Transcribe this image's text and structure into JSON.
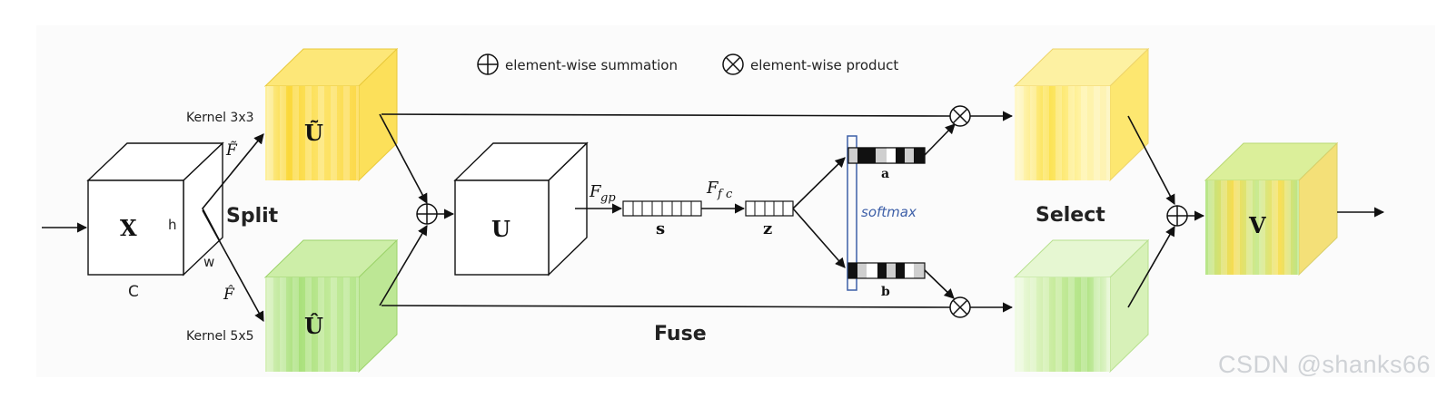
{
  "legend": {
    "sum_label": "element-wise summation",
    "product_label": "element-wise product"
  },
  "labels": {
    "x": "X",
    "x_h": "h",
    "x_w": "w",
    "x_c": "C",
    "u_tilde": "Ũ",
    "u_hat": "Û",
    "u": "U",
    "v": "V",
    "split": "Split",
    "fuse": "Fuse",
    "select": "Select",
    "kernel_top": "Kernel 3x3",
    "kernel_bottom": "Kernel 5x5",
    "f_tilde": "F̃",
    "f_hat": "F̂",
    "f_gp": "F",
    "f_gp_sub": "gp",
    "f_fc": "F",
    "f_fc_sub": "f c",
    "s": "s",
    "z": "z",
    "a": "a",
    "b": "b",
    "softmax": "softmax"
  },
  "watermark": "CSDN @shanks66",
  "colors": {
    "yellow": "#fbd83a",
    "yellow_light": "#fdf3a0",
    "green": "#a8e07a",
    "green_light": "#e3f5cc",
    "softmax_blue": "#3d5fa8"
  }
}
